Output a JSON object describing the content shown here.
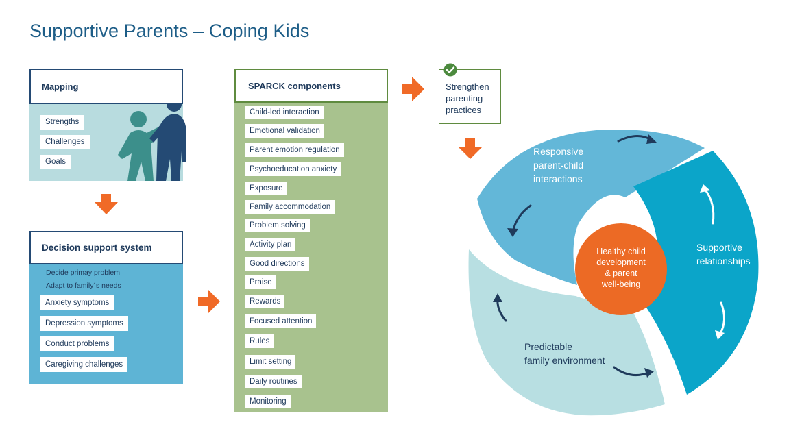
{
  "title": "Supportive Parents – Coping Kids",
  "mapping": {
    "header": "Mapping",
    "items": [
      "Strengths",
      "Challenges",
      "Goals"
    ]
  },
  "decision": {
    "header": "Decision support system",
    "notes": [
      "Decide primay problem",
      "Adapt to family´s needs"
    ],
    "items": [
      "Anxiety symptoms",
      "Depression symptoms",
      "Conduct problems",
      "Caregiving challenges"
    ]
  },
  "sparck": {
    "header": "SPARCK components",
    "items": [
      "Child-led interaction",
      "Emotional validation",
      "Parent emotion regulation",
      "Psychoeducation anxiety",
      "Exposure",
      "Family accommodation",
      "Problem solving",
      "Activity plan",
      "Good directions",
      "Praise",
      "Rewards",
      "Focused attention",
      "Rules",
      "Limit setting",
      "Daily routines",
      "Monitoring"
    ]
  },
  "strengthen": {
    "line1": "Strengthen",
    "line2": "parenting",
    "line3": "practices"
  },
  "cycle": {
    "responsive": {
      "line1": "Responsive",
      "line2": "parent-child",
      "line3": "interactions"
    },
    "supportive": {
      "line1": "Supportive",
      "line2": "relationships"
    },
    "predictable": {
      "line1": "Predictable",
      "line2": "family environment"
    },
    "center": {
      "line1": "Healthy child",
      "line2": "development",
      "line3": "& parent",
      "line4": "well-being"
    }
  },
  "colors": {
    "title": "#1d5d87",
    "mapping_bg": "#b8dcdf",
    "decision_bg": "#5eb4d5",
    "sparck_bg": "#a8c28e",
    "arrow": "#f06a27",
    "segment_responsive": "#63b7d8",
    "segment_supportive": "#0ba5c9",
    "segment_predictable": "#b8dfe2",
    "center": "#ec6a25",
    "check": "#4c8a3e"
  }
}
